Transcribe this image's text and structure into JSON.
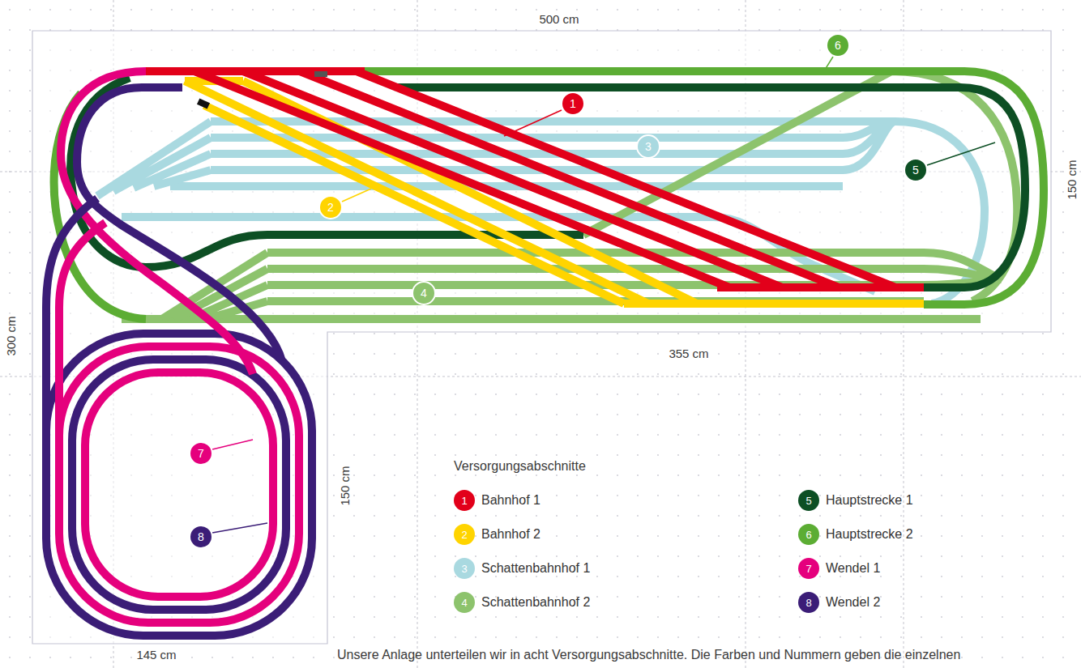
{
  "diagram": {
    "caption": "Unsere Anlage unterteilen wir in acht Versorgungsabschnitte. Die Farben und Nummern geben die einzelnen",
    "labels": [
      "500 cm",
      "150 cm",
      "300 cm",
      "355 cm",
      "150 cm",
      "145 cm",
      "1",
      "2",
      "3",
      "4",
      "5",
      "6",
      "7",
      "8",
      "Versorgungsabschnitte",
      "1",
      "2",
      "3",
      "4",
      "5",
      "6",
      "7",
      "8"
    ],
    "legend": [
      {
        "text": "Bahnhof 1",
        "color": "#e2001a"
      },
      {
        "text": "Bahnhof 2",
        "color": "#ffd400"
      },
      {
        "text": "Schattenbahnhof 1",
        "color": "#a9d9e0"
      },
      {
        "text": "Schattenbahnhof 2",
        "color": "#8dc36d"
      },
      {
        "text": "Hauptstrecke 1",
        "color": "#0d4f24"
      },
      {
        "text": "Hauptstrecke 2",
        "color": "#5cad34"
      },
      {
        "text": "Wendel 1",
        "color": "#e5007d"
      },
      {
        "text": "Wendel 2",
        "color": "#3b1d77"
      }
    ]
  }
}
